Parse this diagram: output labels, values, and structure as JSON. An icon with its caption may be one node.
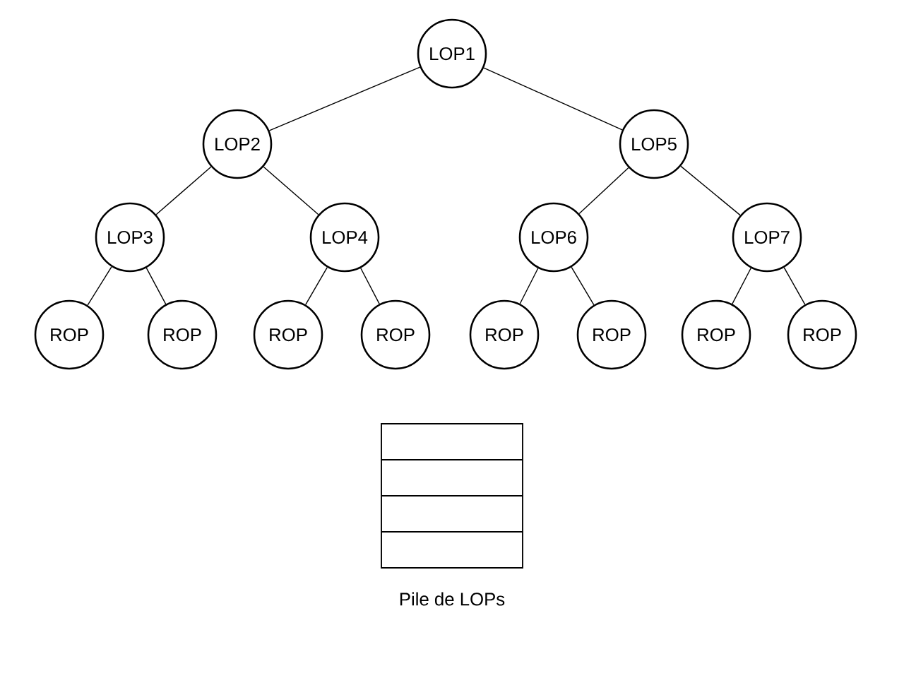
{
  "diagram": {
    "nodes": [
      {
        "text": [
          "LOP1"
        ]
      },
      {
        "text": [
          "LOP2"
        ]
      },
      {
        "text": [
          "LOP5"
        ]
      },
      {
        "text": [
          "LOP3"
        ]
      },
      {
        "text": [
          "LOP4"
        ]
      },
      {
        "text": [
          "LOP6"
        ]
      },
      {
        "text": [
          "LOP7"
        ]
      },
      {
        "text": [
          "ROP"
        ]
      },
      {
        "text": [
          "ROP"
        ]
      },
      {
        "text": [
          "ROP"
        ]
      },
      {
        "text": [
          "ROP"
        ]
      },
      {
        "text": [
          "ROP"
        ]
      },
      {
        "text": [
          "ROP"
        ]
      },
      {
        "text": [
          "ROP"
        ]
      },
      {
        "text": [
          "ROP"
        ]
      },
      {
        "text": [
          "Pile de LOPs"
        ]
      }
    ],
    "edges": [
      {
        "from": 0,
        "to": 1,
        "arrow": "none"
      },
      {
        "from": 0,
        "to": 2,
        "arrow": "none"
      },
      {
        "from": 1,
        "to": 3,
        "arrow": "none"
      },
      {
        "from": 1,
        "to": 4,
        "arrow": "none"
      },
      {
        "from": 2,
        "to": 5,
        "arrow": "none"
      },
      {
        "from": 2,
        "to": 6,
        "arrow": "none"
      },
      {
        "from": 3,
        "to": 7,
        "arrow": "none"
      },
      {
        "from": 3,
        "to": 8,
        "arrow": "none"
      },
      {
        "from": 4,
        "to": 9,
        "arrow": "none"
      },
      {
        "from": 4,
        "to": 10,
        "arrow": "none"
      },
      {
        "from": 5,
        "to": 11,
        "arrow": "none"
      },
      {
        "from": 5,
        "to": 12,
        "arrow": "none"
      },
      {
        "from": 6,
        "to": 13,
        "arrow": "none"
      },
      {
        "from": 6,
        "to": 14,
        "arrow": "none"
      }
    ]
  }
}
